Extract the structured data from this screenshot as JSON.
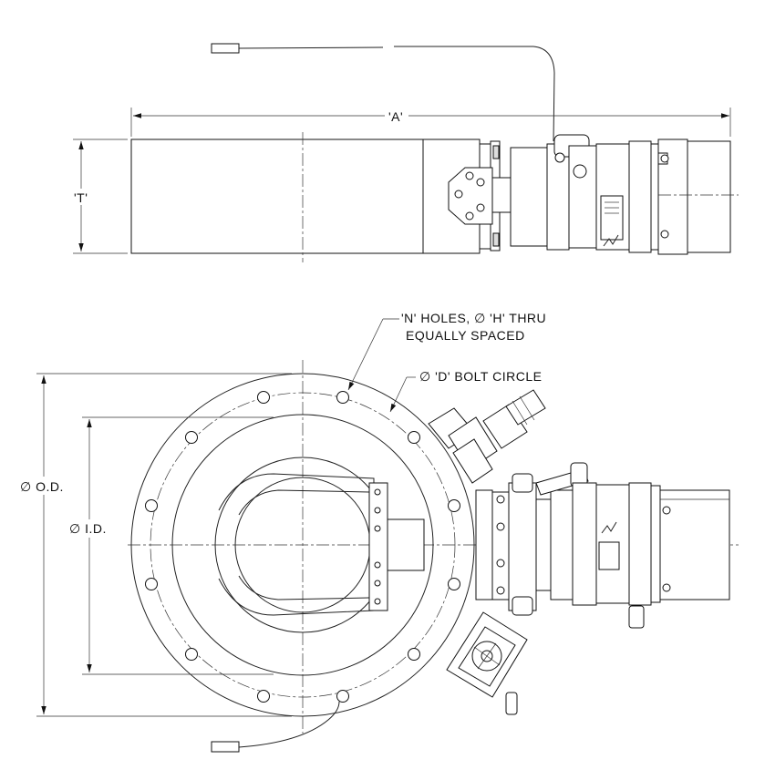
{
  "dimensions": {
    "length_label": "'A'",
    "thickness_label": "'T'",
    "od_label": "∅ O.D.",
    "id_label": "∅ I.D.",
    "holes_callout_line1": "'N' HOLES, ∅ 'H'  THRU",
    "holes_callout_line2": "EQUALLY SPACED",
    "bolt_circle_callout": "∅ 'D' BOLT CIRCLE"
  },
  "views": [
    "side-view",
    "front-view"
  ]
}
